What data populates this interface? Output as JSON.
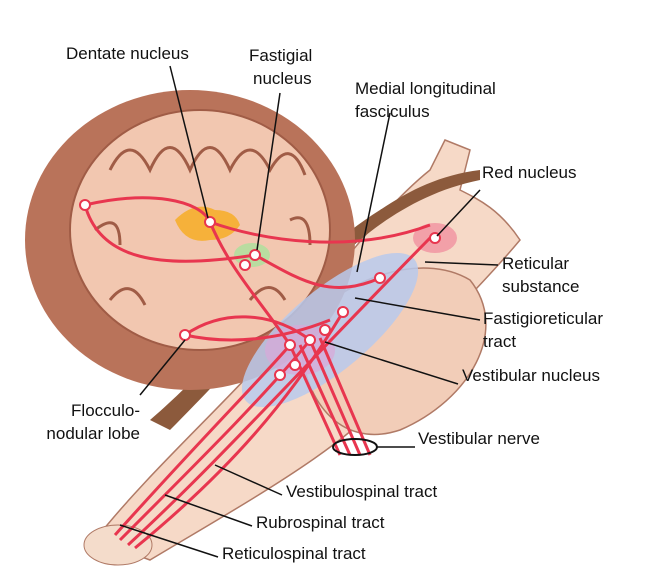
{
  "labels": {
    "dentate_nucleus": "Dentate nucleus",
    "fastigial_nucleus": [
      "Fastigial",
      "nucleus"
    ],
    "medial_longitudinal_fasciculus": [
      "Medial longitudinal",
      "fasciculus"
    ],
    "red_nucleus": "Red nucleus",
    "reticular_substance": [
      "Reticular",
      "substance"
    ],
    "fastigioreticular_tract": [
      "Fastigioreticular",
      "tract"
    ],
    "vestibular_nucleus": "Vestibular nucleus",
    "flocculonodular_lobe": [
      "Flocculo-",
      "nodular lobe"
    ],
    "vestibular_nerve": "Vestibular nerve",
    "vestibulospinal_tract": "Vestibulospinal tract",
    "rubrospinal_tract": "Rubrospinal tract",
    "reticulospinal_tract": "Reticulospinal tract"
  },
  "colors": {
    "cerebellum_outer": "#b9735a",
    "cerebellum_inner": "#f2c7b0",
    "brainstem": "#f6d9c7",
    "tract": "#e8364f",
    "dentate": "#f6b13a",
    "fastigial": "#b9dca0",
    "vestibular_area": "#b9c9ec",
    "red_nucleus": "#f2a0a8"
  }
}
